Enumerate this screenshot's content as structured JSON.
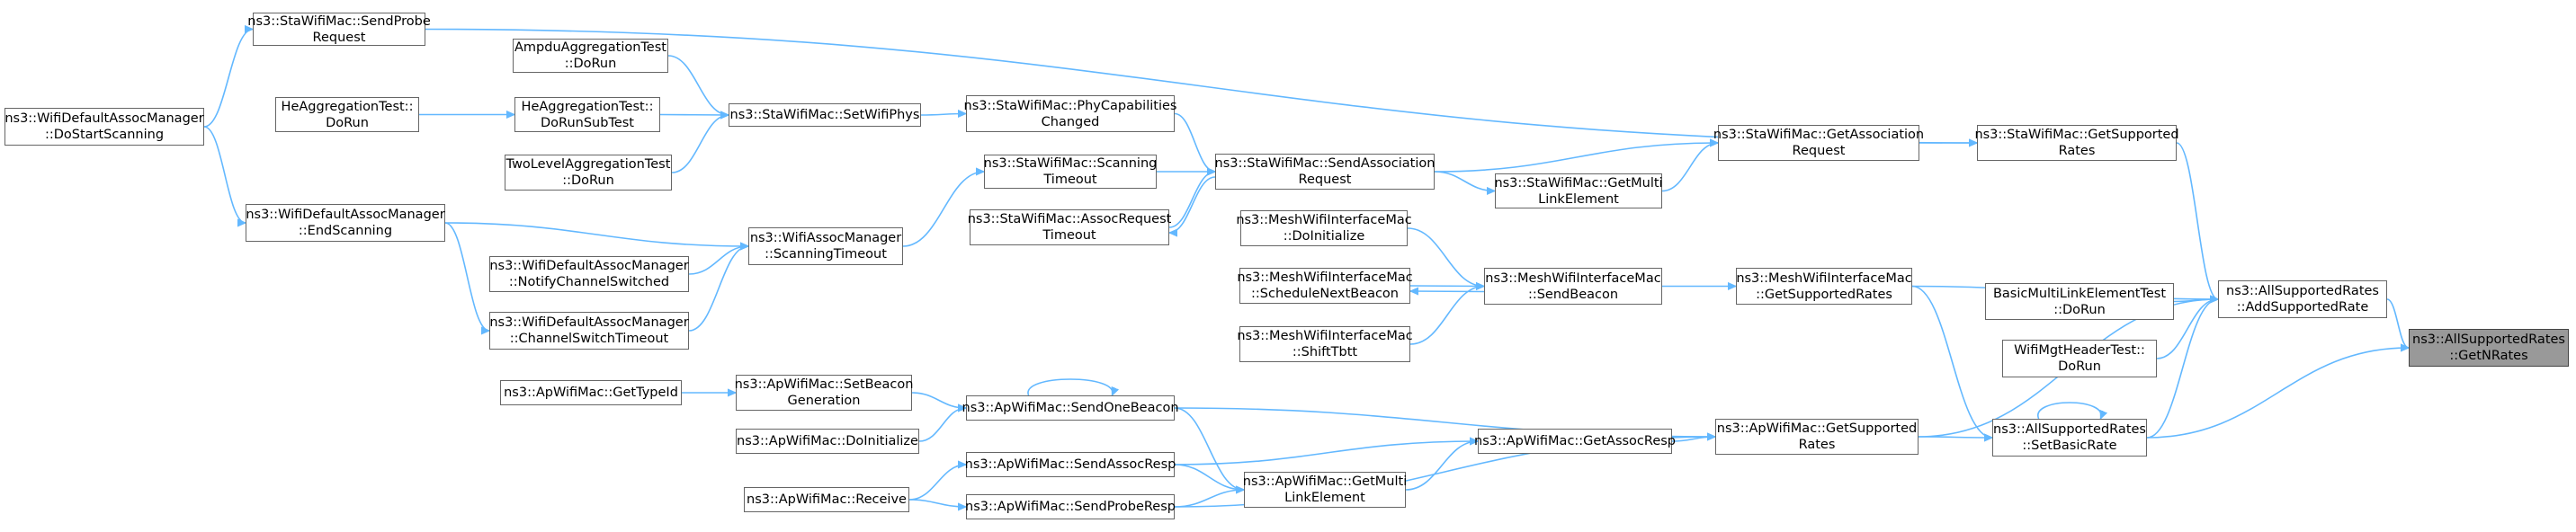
{
  "colors": {
    "edge": "#63b8ff",
    "node_border": "#666666",
    "target_fill": "#999999",
    "background": "#ffffff"
  },
  "graph": {
    "nodes": [
      {
        "id": "sta_sendprobe",
        "lines": [
          "ns3::StaWifiMac::SendProbe",
          "Request"
        ]
      },
      {
        "id": "wdam_dostart",
        "lines": [
          "ns3::WifiDefaultAssocManager",
          "::DoStartScanning"
        ]
      },
      {
        "id": "ampdu_dorun",
        "lines": [
          "AmpduAggregationTest",
          "::DoRun"
        ]
      },
      {
        "id": "he_dorun",
        "lines": [
          "HeAggregationTest::",
          "DoRun"
        ]
      },
      {
        "id": "he_dorunsub",
        "lines": [
          "HeAggregationTest::",
          "DoRunSubTest"
        ]
      },
      {
        "id": "twolevel_dorun",
        "lines": [
          "TwoLevelAggregationTest",
          "::DoRun"
        ]
      },
      {
        "id": "sta_setwifiphys",
        "lines": [
          "ns3::StaWifiMac::SetWifiPhys"
        ]
      },
      {
        "id": "sta_phycap",
        "lines": [
          "ns3::StaWifiMac::PhyCapabilities",
          "Changed"
        ]
      },
      {
        "id": "sta_scantimeout",
        "lines": [
          "ns3::StaWifiMac::Scanning",
          "Timeout"
        ]
      },
      {
        "id": "sta_assocreqtimeout",
        "lines": [
          "ns3::StaWifiMac::AssocRequest",
          "Timeout"
        ]
      },
      {
        "id": "sta_sendassoc",
        "lines": [
          "ns3::StaWifiMac::SendAssociation",
          "Request"
        ]
      },
      {
        "id": "sta_getmultilink",
        "lines": [
          "ns3::StaWifiMac::GetMulti",
          "LinkElement"
        ]
      },
      {
        "id": "sta_getassocreq",
        "lines": [
          "ns3::StaWifiMac::GetAssociation",
          "Request"
        ]
      },
      {
        "id": "sta_getsupported",
        "lines": [
          "ns3::StaWifiMac::GetSupported",
          "Rates"
        ]
      },
      {
        "id": "wdam_endscan",
        "lines": [
          "ns3::WifiDefaultAssocManager",
          "::EndScanning"
        ]
      },
      {
        "id": "wam_scantimeout",
        "lines": [
          "ns3::WifiAssocManager",
          "::ScanningTimeout"
        ]
      },
      {
        "id": "wdam_notify",
        "lines": [
          "ns3::WifiDefaultAssocManager",
          "::NotifyChannelSwitched"
        ]
      },
      {
        "id": "wdam_chswitch",
        "lines": [
          "ns3::WifiDefaultAssocManager",
          "::ChannelSwitchTimeout"
        ]
      },
      {
        "id": "mesh_doinit",
        "lines": [
          "ns3::MeshWifiInterfaceMac",
          "::DoInitialize"
        ]
      },
      {
        "id": "mesh_schedbeacon",
        "lines": [
          "ns3::MeshWifiInterfaceMac",
          "::ScheduleNextBeacon"
        ]
      },
      {
        "id": "mesh_shifttbtt",
        "lines": [
          "ns3::MeshWifiInterfaceMac",
          "::ShiftTbtt"
        ]
      },
      {
        "id": "mesh_sendbeacon",
        "lines": [
          "ns3::MeshWifiInterfaceMac",
          "::SendBeacon"
        ]
      },
      {
        "id": "mesh_getsupported",
        "lines": [
          "ns3::MeshWifiInterfaceMac",
          "::GetSupportedRates"
        ]
      },
      {
        "id": "basicmulti_dorun",
        "lines": [
          "BasicMultiLinkElementTest",
          "::DoRun"
        ]
      },
      {
        "id": "wifimgt_dorun",
        "lines": [
          "WifiMgtHeaderTest::",
          "DoRun"
        ]
      },
      {
        "id": "asr_add",
        "lines": [
          "ns3::AllSupportedRates",
          "::AddSupportedRate"
        ]
      },
      {
        "id": "asr_getn",
        "lines": [
          "ns3::AllSupportedRates",
          "::GetNRates"
        ],
        "target": true
      },
      {
        "id": "ap_gettypeid",
        "lines": [
          "ns3::ApWifiMac::GetTypeId"
        ]
      },
      {
        "id": "ap_setbeacongen",
        "lines": [
          "ns3::ApWifiMac::SetBeacon",
          "Generation"
        ]
      },
      {
        "id": "ap_doinit",
        "lines": [
          "ns3::ApWifiMac::DoInitialize"
        ]
      },
      {
        "id": "ap_sendonebeacon",
        "lines": [
          "ns3::ApWifiMac::SendOneBeacon"
        ]
      },
      {
        "id": "ap_sendassocresp",
        "lines": [
          "ns3::ApWifiMac::SendAssocResp"
        ]
      },
      {
        "id": "ap_receive",
        "lines": [
          "ns3::ApWifiMac::Receive"
        ]
      },
      {
        "id": "ap_sendproberesp",
        "lines": [
          "ns3::ApWifiMac::SendProbeResp"
        ]
      },
      {
        "id": "ap_getmultilink",
        "lines": [
          "ns3::ApWifiMac::GetMulti",
          "LinkElement"
        ]
      },
      {
        "id": "ap_getassocresp",
        "lines": [
          "ns3::ApWifiMac::GetAssocResp"
        ]
      },
      {
        "id": "ap_getsupported",
        "lines": [
          "ns3::ApWifiMac::GetSupported",
          "Rates"
        ]
      },
      {
        "id": "asr_setbasic",
        "lines": [
          "ns3::AllSupportedRates",
          "::SetBasicRate"
        ]
      }
    ],
    "edges": [
      [
        "wdam_dostart",
        "sta_sendprobe"
      ],
      [
        "sta_sendprobe",
        "sta_getsupported"
      ],
      [
        "wdam_dostart",
        "wdam_endscan"
      ],
      [
        "ampdu_dorun",
        "sta_setwifiphys"
      ],
      [
        "he_dorun",
        "he_dorunsub"
      ],
      [
        "he_dorunsub",
        "sta_setwifiphys"
      ],
      [
        "twolevel_dorun",
        "sta_setwifiphys"
      ],
      [
        "sta_setwifiphys",
        "sta_phycap"
      ],
      [
        "sta_phycap",
        "sta_sendassoc"
      ],
      [
        "sta_scantimeout",
        "sta_sendassoc"
      ],
      [
        "sta_assocreqtimeout",
        "sta_sendassoc"
      ],
      [
        "sta_sendassoc",
        "sta_assocreqtimeout"
      ],
      [
        "sta_sendassoc",
        "sta_getmultilink"
      ],
      [
        "sta_sendassoc",
        "sta_getassocreq"
      ],
      [
        "sta_getmultilink",
        "sta_getassocreq"
      ],
      [
        "sta_getassocreq",
        "sta_getsupported"
      ],
      [
        "sta_getsupported",
        "asr_add"
      ],
      [
        "wdam_endscan",
        "wam_scantimeout"
      ],
      [
        "wdam_endscan",
        "wdam_chswitch"
      ],
      [
        "wdam_notify",
        "wam_scantimeout"
      ],
      [
        "wdam_chswitch",
        "wam_scantimeout"
      ],
      [
        "wam_scantimeout",
        "sta_scantimeout"
      ],
      [
        "mesh_doinit",
        "mesh_sendbeacon"
      ],
      [
        "mesh_schedbeacon",
        "mesh_sendbeacon"
      ],
      [
        "mesh_sendbeacon",
        "mesh_schedbeacon"
      ],
      [
        "mesh_shifttbtt",
        "mesh_sendbeacon"
      ],
      [
        "mesh_sendbeacon",
        "mesh_getsupported"
      ],
      [
        "mesh_getsupported",
        "asr_add"
      ],
      [
        "mesh_getsupported",
        "asr_setbasic"
      ],
      [
        "basicmulti_dorun",
        "asr_add"
      ],
      [
        "wifimgt_dorun",
        "asr_add"
      ],
      [
        "asr_add",
        "asr_getn"
      ],
      [
        "asr_setbasic",
        "asr_add"
      ],
      [
        "asr_setbasic",
        "asr_setbasic"
      ],
      [
        "asr_setbasic",
        "asr_getn"
      ],
      [
        "ap_gettypeid",
        "ap_setbeacongen"
      ],
      [
        "ap_setbeacongen",
        "ap_sendonebeacon"
      ],
      [
        "ap_doinit",
        "ap_sendonebeacon"
      ],
      [
        "ap_sendonebeacon",
        "ap_sendonebeacon"
      ],
      [
        "ap_sendonebeacon",
        "ap_getsupported"
      ],
      [
        "ap_sendonebeacon",
        "ap_getmultilink"
      ],
      [
        "ap_sendassocresp",
        "ap_getassocresp"
      ],
      [
        "ap_sendassocresp",
        "ap_getmultilink"
      ],
      [
        "ap_receive",
        "ap_sendassocresp"
      ],
      [
        "ap_receive",
        "ap_sendproberesp"
      ],
      [
        "ap_sendproberesp",
        "ap_getmultilink"
      ],
      [
        "ap_sendproberesp",
        "ap_getsupported"
      ],
      [
        "ap_getmultilink",
        "ap_getassocresp"
      ],
      [
        "ap_getassocresp",
        "ap_getsupported"
      ],
      [
        "ap_getsupported",
        "asr_setbasic"
      ],
      [
        "ap_getsupported",
        "asr_add"
      ]
    ]
  }
}
